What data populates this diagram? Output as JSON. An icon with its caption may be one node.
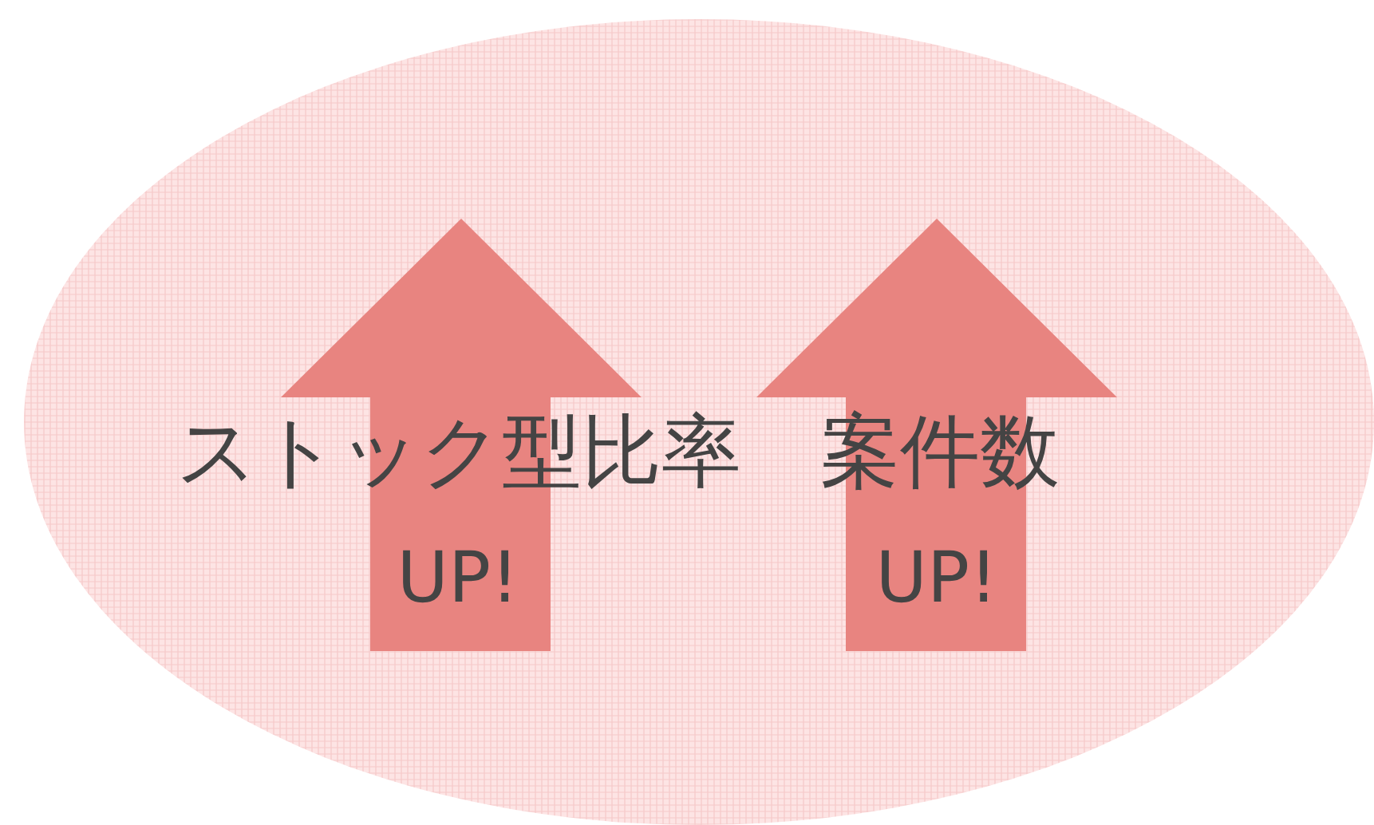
{
  "diagram": {
    "nodes": [
      {
        "text": [],
        "shape": "ellipse"
      },
      {
        "text": [
          "ストック型比率",
          "UP!"
        ],
        "in": 0
      },
      {
        "text": [
          "案件数",
          "UP!"
        ],
        "in": 0
      }
    ]
  }
}
